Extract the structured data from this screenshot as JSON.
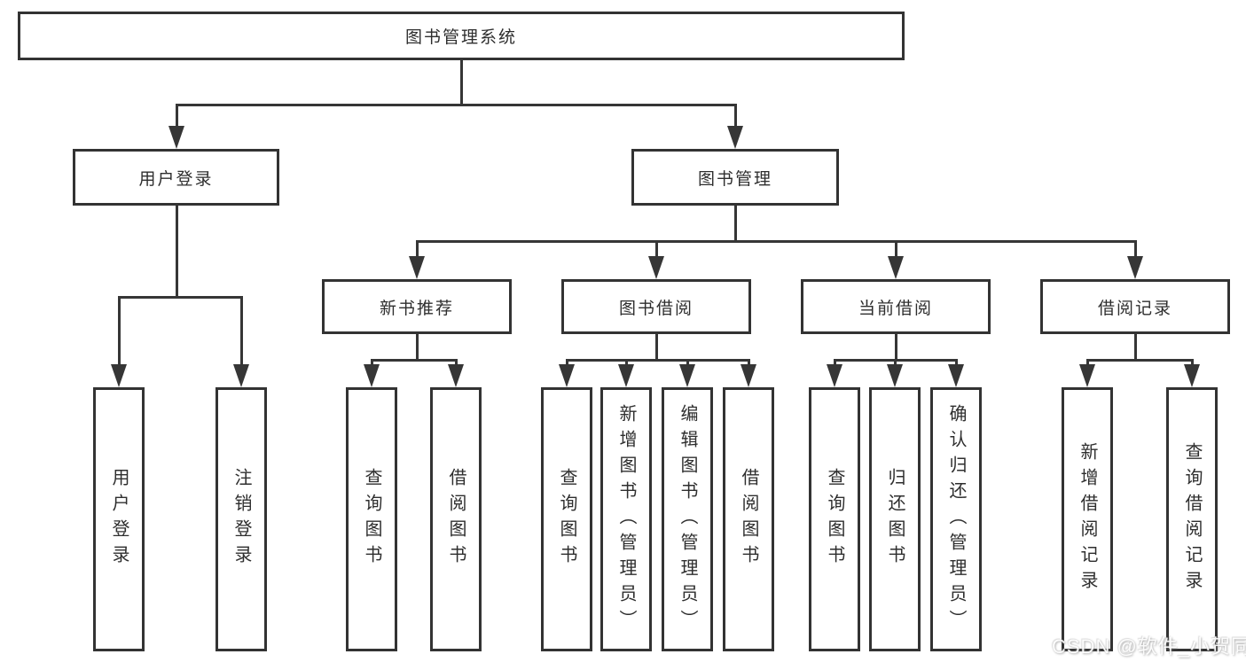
{
  "nodes": {
    "root": "图书管理系统",
    "user_login": "用户登录",
    "book_management": "图书管理",
    "new_book_recommend": "新书推荐",
    "book_borrow": "图书借阅",
    "current_borrow": "当前借阅",
    "borrow_records": "借阅记录",
    "leaf_user_login": "用户登录",
    "leaf_logout": "注销登录",
    "leaf_query_book_1": "查询图书",
    "leaf_borrow_book_1": "借阅图书",
    "leaf_query_book_2": "查询图书",
    "leaf_add_book": "新增图书（管理员）",
    "leaf_edit_book": "编辑图书（管理员）",
    "leaf_borrow_book_2": "借阅图书",
    "leaf_query_book_3": "查询图书",
    "leaf_return_book": "归还图书",
    "leaf_confirm_return": "确认归还（管理员）",
    "leaf_add_borrow_record": "新增借阅记录",
    "leaf_query_borrow_record": "查询借阅记录"
  },
  "hierarchy": {
    "图书管理系统": {
      "用户登录": [
        "用户登录",
        "注销登录"
      ],
      "图书管理": {
        "新书推荐": [
          "查询图书",
          "借阅图书"
        ],
        "图书借阅": [
          "查询图书",
          "新增图书（管理员）",
          "编辑图书（管理员）",
          "借阅图书"
        ],
        "当前借阅": [
          "查询图书",
          "归还图书",
          "确认归还（管理员）"
        ],
        "借阅记录": [
          "新增借阅记录",
          "查询借阅记录"
        ]
      }
    }
  },
  "watermark": "CSDN @软件_小贺同学",
  "colors": {
    "line": "#363636",
    "box_border": "#333333",
    "box_fill": "#ffffff",
    "text": "#2e2e2e",
    "background": "#ffffff"
  }
}
